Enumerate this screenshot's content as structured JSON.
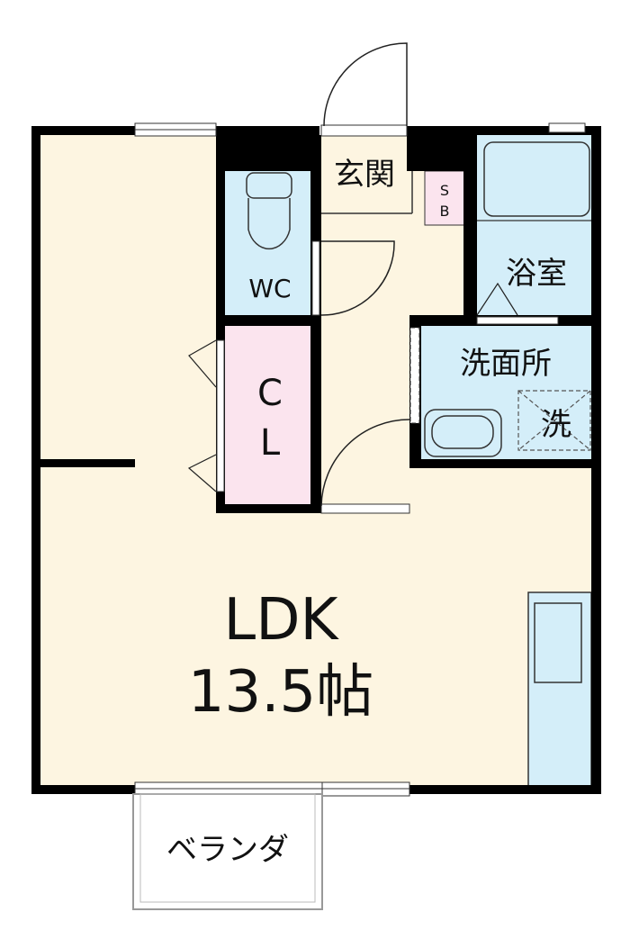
{
  "colors": {
    "floor": "#fdf5e1",
    "wet": "#d4eef9",
    "storage": "#fbe4ee",
    "wall": "#000000"
  },
  "rooms": {
    "entrance": "玄関",
    "shoe_box_s": "S",
    "shoe_box_b": "B",
    "toilet": "WC",
    "bath": "浴室",
    "washroom": "洗面所",
    "washer": "洗",
    "closet_c": "C",
    "closet_l": "L",
    "ldk": "LDK",
    "ldk_size": "13.5帖",
    "veranda": "ベランダ"
  }
}
